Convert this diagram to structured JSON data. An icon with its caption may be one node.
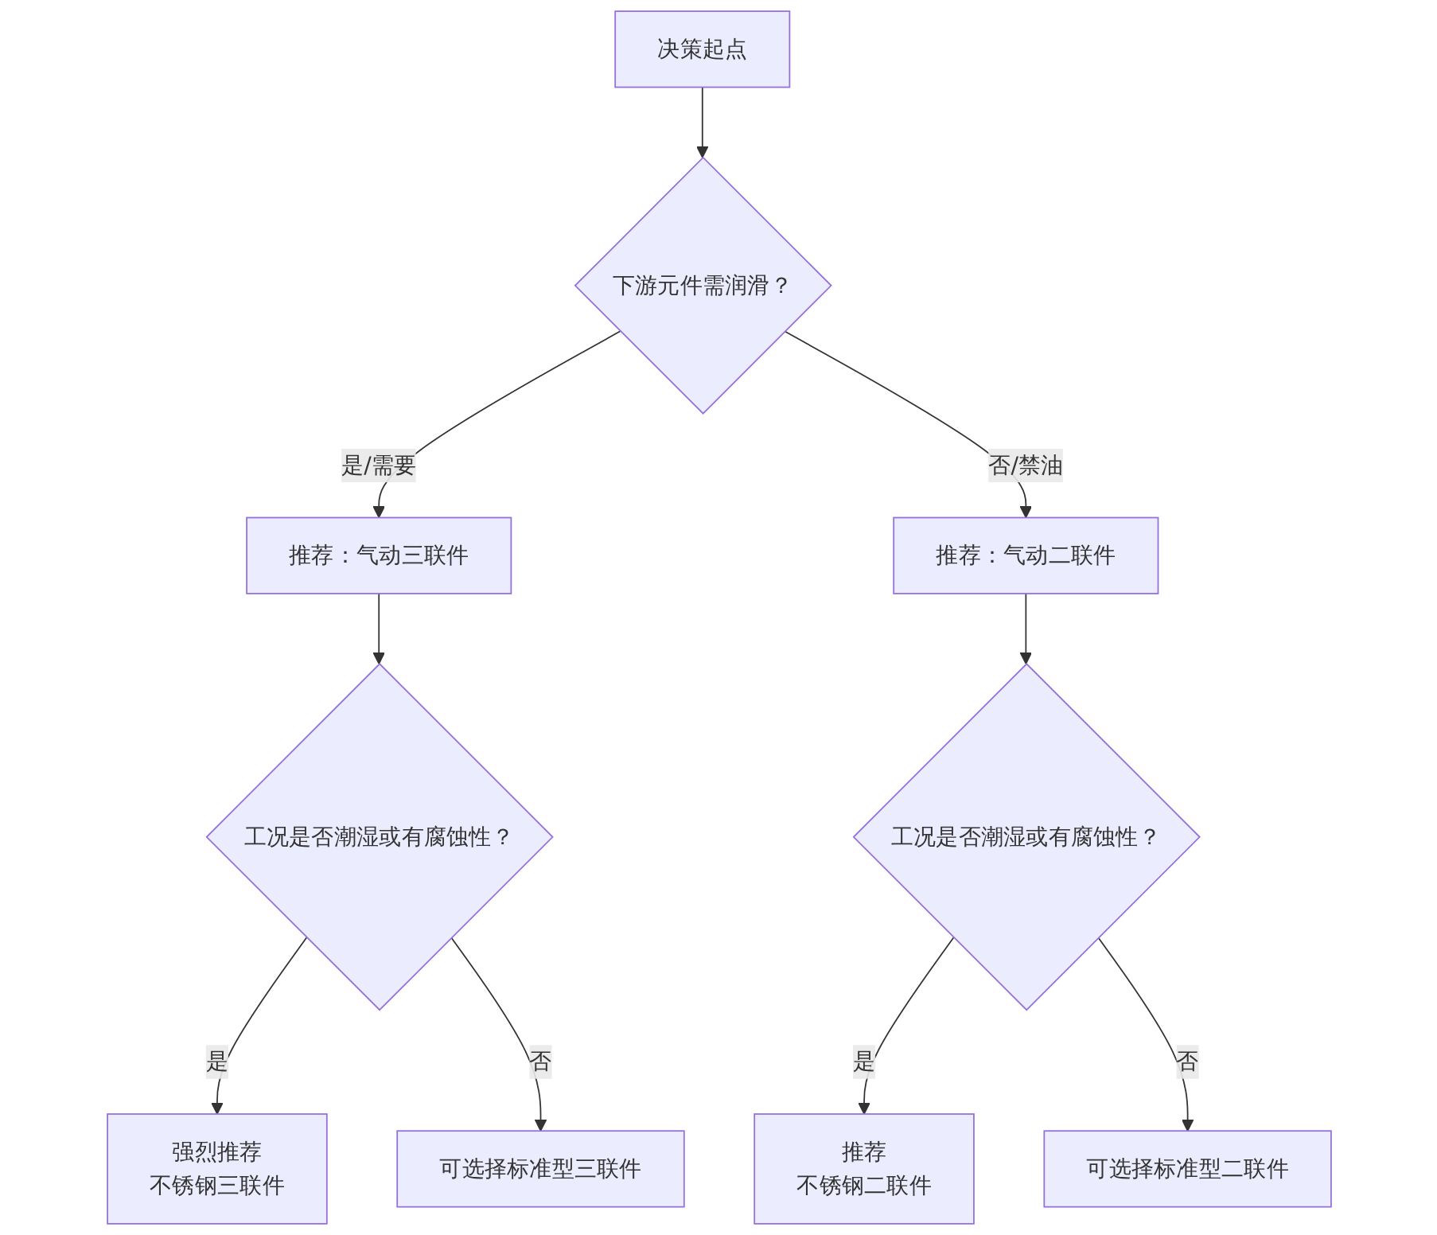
{
  "diagram": {
    "nodes": [
      {
        "text": [
          "决策起点"
        ]
      },
      {
        "text": [
          "下游元件需润滑？"
        ]
      },
      {
        "text": [
          "推荐：气动三联件"
        ]
      },
      {
        "text": [
          "推荐：气动二联件"
        ]
      },
      {
        "text": [
          "工况是否潮湿或有腐蚀性？"
        ]
      },
      {
        "text": [
          "工况是否潮湿或有腐蚀性？"
        ]
      },
      {
        "text": [
          "强烈推荐",
          "不锈钢三联件"
        ]
      },
      {
        "text": [
          "可选择标准型三联件"
        ]
      },
      {
        "text": [
          "推荐",
          "不锈钢二联件"
        ]
      },
      {
        "text": [
          "可选择标准型二联件"
        ]
      }
    ],
    "edges": [
      {
        "from": 0,
        "to": 1,
        "arrow": "to"
      },
      {
        "from": 1,
        "to": 2,
        "arrow": "to",
        "label": "是/需要"
      },
      {
        "from": 1,
        "to": 3,
        "arrow": "to",
        "label": "否/禁油"
      },
      {
        "from": 2,
        "to": 4,
        "arrow": "to"
      },
      {
        "from": 3,
        "to": 5,
        "arrow": "to"
      },
      {
        "from": 4,
        "to": 6,
        "arrow": "to",
        "label": "是"
      },
      {
        "from": 4,
        "to": 7,
        "arrow": "to",
        "label": "否"
      },
      {
        "from": 5,
        "to": 8,
        "arrow": "to",
        "label": "是"
      },
      {
        "from": 5,
        "to": 9,
        "arrow": "to",
        "label": "否"
      }
    ]
  }
}
